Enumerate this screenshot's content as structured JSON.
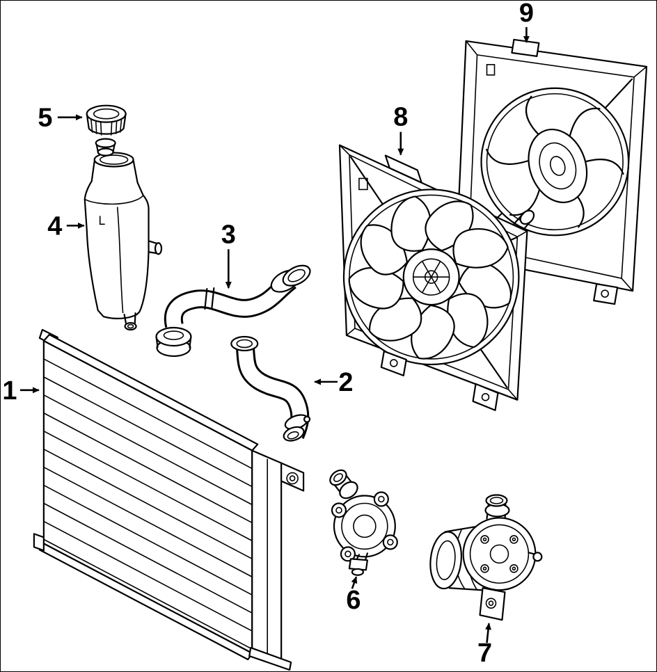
{
  "diagram": {
    "background_color": "#ffffff",
    "line_color": "#000000",
    "callouts": [
      {
        "label": "1",
        "part": "radiator"
      },
      {
        "label": "2",
        "part": "lower-radiator-hose"
      },
      {
        "label": "3",
        "part": "upper-radiator-hose"
      },
      {
        "label": "4",
        "part": "coolant-expansion-tank"
      },
      {
        "label": "5",
        "part": "expansion-tank-cap"
      },
      {
        "label": "6",
        "part": "thermostat-housing"
      },
      {
        "label": "7",
        "part": "water-pump"
      },
      {
        "label": "8",
        "part": "cooling-fan-assembly"
      },
      {
        "label": "9",
        "part": "fan-shroud"
      }
    ]
  }
}
